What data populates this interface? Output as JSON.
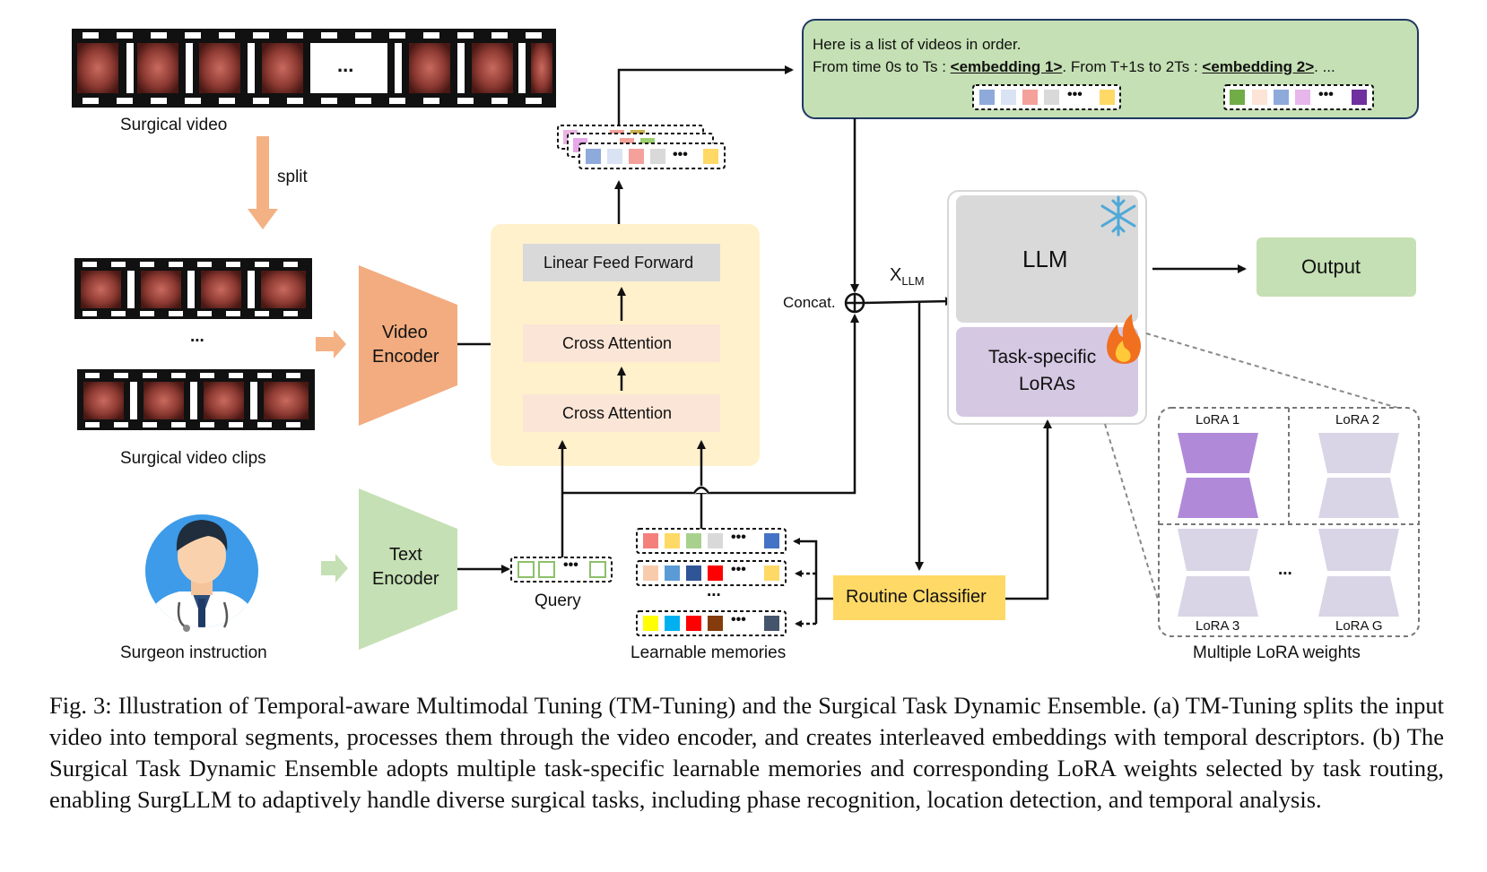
{
  "labels": {
    "surgical_video": "Surgical video",
    "split": "split",
    "clips_ellipsis": "...",
    "surgical_video_clips": "Surgical video clips",
    "video_encoder_line1": "Video",
    "video_encoder_line2": "Encoder",
    "text_encoder_line1": "Text",
    "text_encoder_line2": "Encoder",
    "surgeon_instruction": "Surgeon instruction",
    "linear_feed_forward": "Linear Feed Forward",
    "cross_attention_1": "Cross Attention",
    "cross_attention_2": "Cross Attention",
    "query": "Query",
    "learnable_memories": "Learnable memories",
    "memories_ellipsis": "...",
    "routine_classifier": "Routine Classifier",
    "concat": "Concat.",
    "x_llm_main": "X",
    "x_llm_sub": "LLM",
    "llm": "LLM",
    "task_specific_line1": "Task-specific",
    "task_specific_line2": "LoRAs",
    "output": "Output",
    "lora_1": "LoRA 1",
    "lora_2": "LoRA 2",
    "lora_3": "LoRA 3",
    "lora_g": "LoRA G",
    "lora_ellipsis": "...",
    "multiple_lora_weights": "Multiple LoRA weights",
    "film_ellipsis": "...",
    "prompt_line1": "Here is a list of videos in order.",
    "prompt_part1": "From time 0s to Ts  : ",
    "prompt_emb1": "<embedding 1>",
    "prompt_part2": ". From T+1s to 2Ts : ",
    "prompt_emb2": "<embedding 2>",
    "prompt_part3": ". ...",
    "token_dots": "•••"
  },
  "caption": "Fig. 3: Illustration of Temporal-aware Multimodal Tuning (TM-Tuning) and the Surgical Task Dynamic Ensemble. (a) TM-Tuning splits the input video into temporal segments, processes them through the video encoder, and creates interleaved embeddings with temporal descriptors. (b) The Surgical Task Dynamic Ensemble adopts multiple task-specific learnable memories and corresponding LoRA weights selected by task routing, enabling SurgLLM to adaptively handle diverse surgical tasks, including phase recognition, location detection, and temporal analysis.",
  "colors": {
    "video_encoder": "#f2ac7f",
    "text_encoder": "#c5e0b4",
    "transformer_block_bg": "#fff1cc",
    "cross_attention_bg": "#fbe5d6",
    "linear_ff_bg": "#d9d9d9",
    "prompt_box_bg": "#c5e0b4",
    "llm_bg": "#d9d9d9",
    "lora_bg": "#d5c8e3",
    "output_bg": "#c5e0b4",
    "routine_classifier_bg": "#ffd966",
    "lora_active": "#b08ad8",
    "lora_inactive": "#d9d4e6",
    "split_arrow": "#f4b183",
    "avatar_bg": "#3d9be9"
  },
  "icons": [
    "snowflake-icon",
    "fire-icon",
    "surgeon-avatar-icon"
  ]
}
